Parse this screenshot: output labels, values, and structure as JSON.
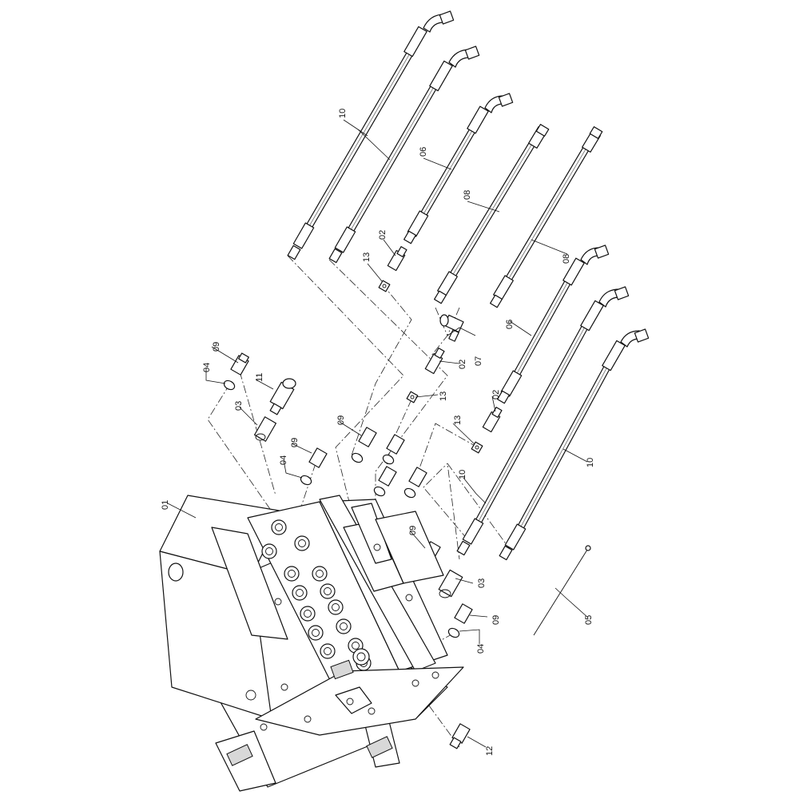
{
  "callouts": {
    "c01": "01",
    "c02a": "02",
    "c02b": "02",
    "c02c": "02",
    "c03a": "03",
    "c03b": "03",
    "c04a": "04",
    "c04b": "04",
    "c04c": "04",
    "c05": "05",
    "c06a": "06",
    "c06b": "06",
    "c07": "07",
    "c08a": "08",
    "c08b": "08",
    "c09a": "09",
    "c09b": "09",
    "c09c": "09",
    "c09d": "09",
    "c10a": "10",
    "c10b": "10",
    "c10c": "10",
    "c11": "11",
    "c12": "12",
    "c13a": "13",
    "c13b": "13",
    "c13c": "13"
  }
}
